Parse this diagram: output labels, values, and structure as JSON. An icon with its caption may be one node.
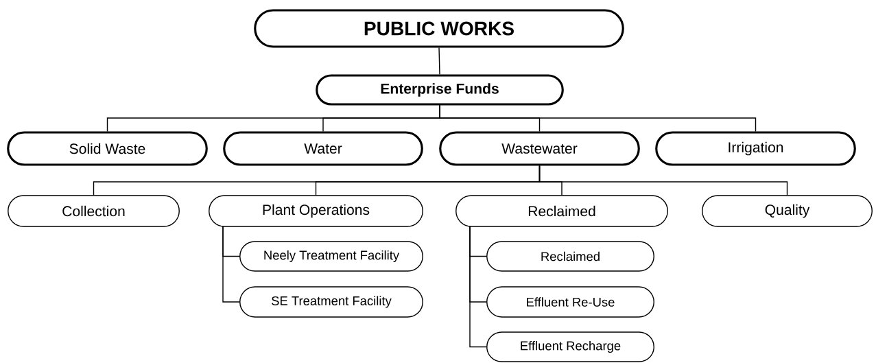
{
  "diagram": {
    "nodes": [
      {
        "text": [
          "PUBLIC WORKS"
        ]
      },
      {
        "text": [
          "Enterprise Funds"
        ]
      },
      {
        "text": [
          "Solid Waste"
        ]
      },
      {
        "text": [
          "Water"
        ]
      },
      {
        "text": [
          "Wastewater"
        ]
      },
      {
        "text": [
          "Irrigation"
        ]
      },
      {
        "text": [
          "Collection"
        ]
      },
      {
        "text": [
          "Plant Operations"
        ]
      },
      {
        "text": [
          "Reclaimed"
        ]
      },
      {
        "text": [
          "Quality"
        ]
      },
      {
        "text": [
          "Neely Treatment Facility"
        ]
      },
      {
        "text": [
          "SE Treatment Facility"
        ]
      },
      {
        "text": [
          "Reclaimed"
        ]
      },
      {
        "text": [
          "Effluent Re-Use"
        ]
      },
      {
        "text": [
          "Effluent Recharge"
        ]
      }
    ],
    "edges": [
      {
        "from": 0,
        "to": 1,
        "arrow": "none"
      },
      {
        "from": 1,
        "to": 2,
        "arrow": "none"
      },
      {
        "from": 1,
        "to": 3,
        "arrow": "none"
      },
      {
        "from": 1,
        "to": 4,
        "arrow": "none"
      },
      {
        "from": 1,
        "to": 5,
        "arrow": "none"
      },
      {
        "from": 4,
        "to": 6,
        "arrow": "none"
      },
      {
        "from": 4,
        "to": 7,
        "arrow": "none"
      },
      {
        "from": 4,
        "to": 8,
        "arrow": "none"
      },
      {
        "from": 4,
        "to": 9,
        "arrow": "none"
      },
      {
        "from": 7,
        "to": 10,
        "arrow": "none"
      },
      {
        "from": 7,
        "to": 11,
        "arrow": "none"
      },
      {
        "from": 8,
        "to": 12,
        "arrow": "none"
      },
      {
        "from": 8,
        "to": 13,
        "arrow": "none"
      },
      {
        "from": 8,
        "to": 14,
        "arrow": "none"
      }
    ]
  }
}
